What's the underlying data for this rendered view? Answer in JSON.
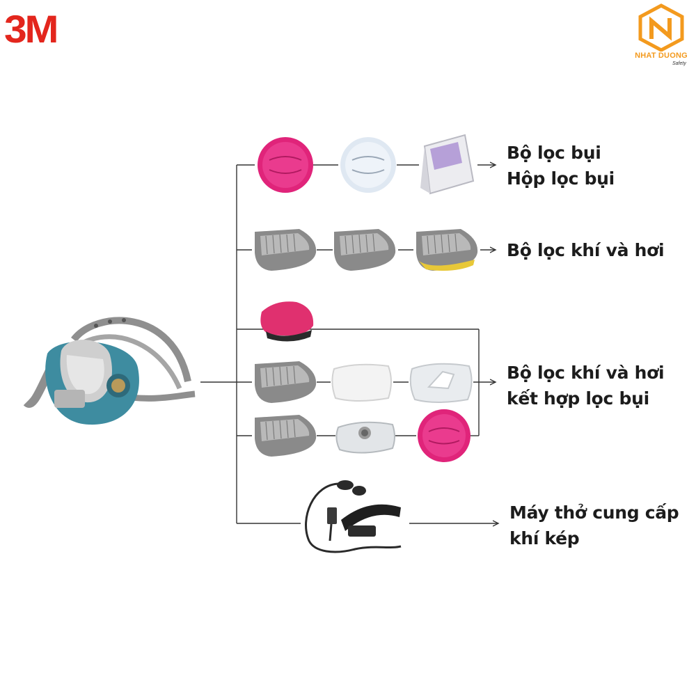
{
  "brand_3m": "3M",
  "brand_partner": {
    "name": "NHAT DUONG",
    "tagline": "Safety"
  },
  "central_product": "half-facepiece-respirator",
  "groups": [
    {
      "id": "dust",
      "label_lines": [
        "Bộ lọc bụi",
        "Hộp lọc bụi"
      ],
      "items": [
        "pink-particulate-filter",
        "white-particulate-filter",
        "purple-filter-cartridge"
      ]
    },
    {
      "id": "gas",
      "label_lines": [
        "Bộ lọc khí và hơi"
      ],
      "items": [
        "gray-gas-cartridge",
        "gray-gas-cartridge",
        "gray-yellow-gas-cartridge"
      ]
    },
    {
      "id": "combo",
      "label_lines": [
        "Bộ lọc khí và hơi",
        "kết hợp lọc bụi"
      ],
      "items": [
        "pink-combination-cartridge",
        "gray-gas-cartridge",
        "white-prefilter-pad",
        "white-filter-retainer",
        "gray-gas-cartridge",
        "filter-adapter",
        "pink-particulate-filter"
      ]
    },
    {
      "id": "air",
      "label_lines": [
        "Máy thở cung cấp",
        "khí kép"
      ],
      "items": [
        "dual-airline-supply-hose"
      ]
    }
  ],
  "colors": {
    "brand_red": "#e3261d",
    "brand_orange": "#f39a1e",
    "line": "#333333",
    "filter_pink": "#e0247a",
    "filter_white": "#dfe8f2",
    "cartridge_gray": "#8a8a8a",
    "mask_teal": "#3e8ca0"
  }
}
